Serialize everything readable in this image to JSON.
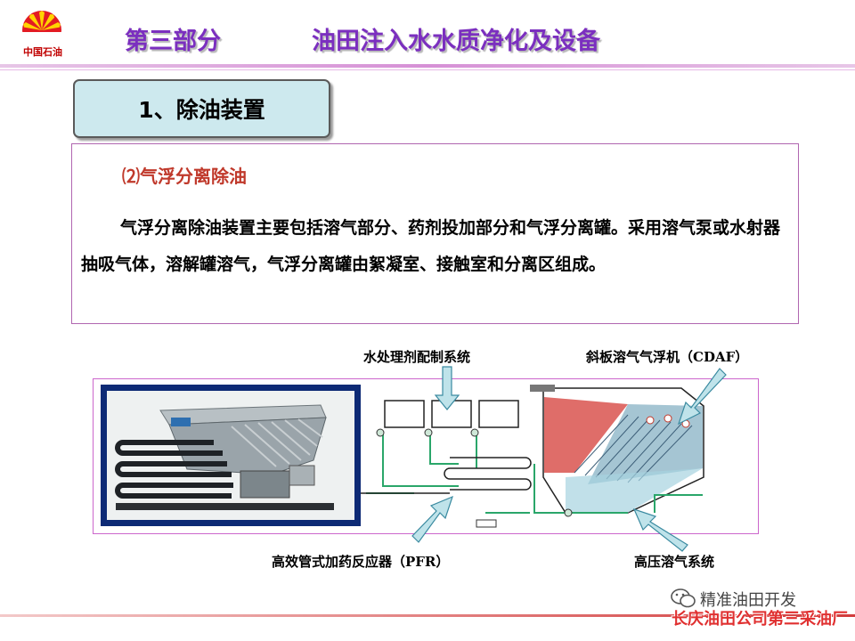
{
  "logo": {
    "text": "中国石油"
  },
  "header": {
    "part": "第三部分",
    "title": "油田注入水水质净化及设备"
  },
  "section": {
    "label": "1、除油装置"
  },
  "content": {
    "subheading": "⑵气浮分离除油",
    "paragraph": "气浮分离除油装置主要包括溶气部分、药剂投加部分和气浮分离罐。采用溶气泵或水射器抽吸气体，溶解罐溶气，气浮分离罐由絮凝室、接触室和分离区组成。"
  },
  "diagram": {
    "labels": {
      "dosing": "水处理剂配制系统",
      "cdaf": "斜板溶气气浮机（CDAF）",
      "pfr": "高效管式加药反应器（PFR）",
      "pressure": "高压溶气系统"
    }
  },
  "watermark": {
    "icon": "wechat-icon",
    "text": "精准油田开发"
  },
  "footer": {
    "text": "长庆油田公司第三采油厂"
  },
  "colors": {
    "header": "#7b2fbf",
    "section_bg": "#cde9ee",
    "subheading": "#c0392b",
    "footer": "#e03030",
    "tank_red": "#d9534f"
  }
}
